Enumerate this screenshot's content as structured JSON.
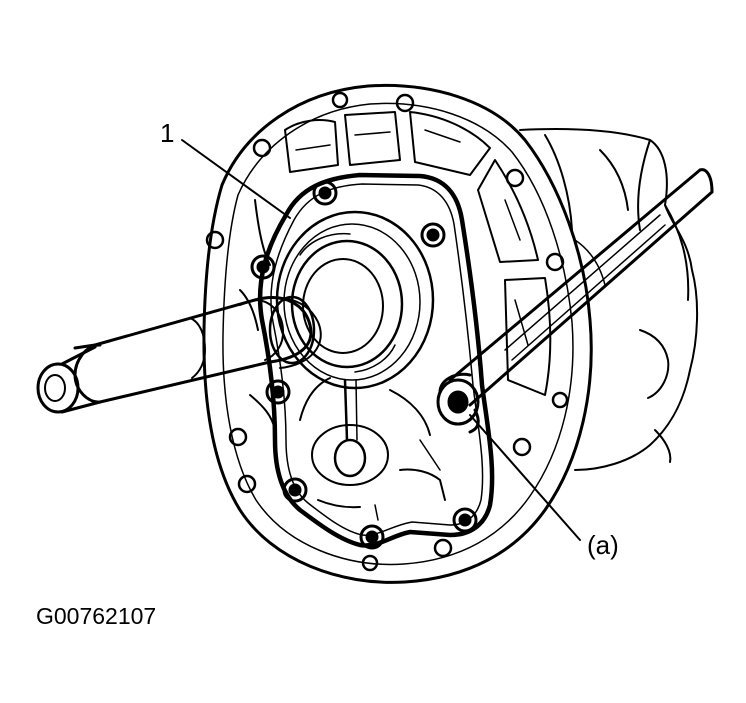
{
  "callouts": {
    "part_1": "1",
    "part_a": "(a)"
  },
  "figure_id": "G00762107",
  "colors": {
    "line": "#000000",
    "background": "#ffffff"
  }
}
